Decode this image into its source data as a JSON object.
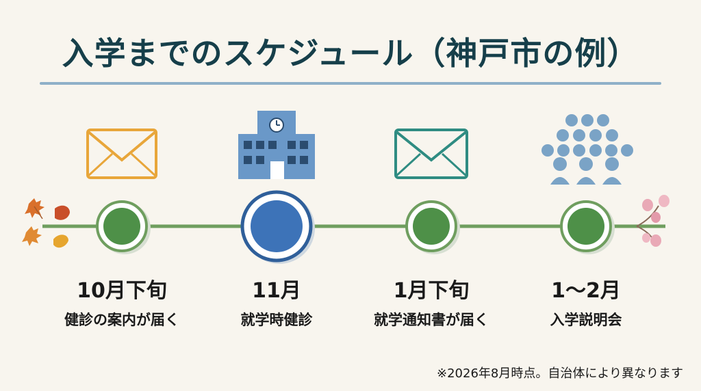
{
  "title": "入学までのスケジュール（神戸市の例）",
  "colors": {
    "title": "#163f4a",
    "timeline": "#6f9e5f",
    "node_green": "#4e9048",
    "node_blue": "#3d73b8",
    "envelope_orange": "#e8a63a",
    "envelope_teal": "#2f8c82",
    "school": "#6a98c8",
    "people": "#7aa3c6",
    "autumn_leaf": "#d9702b",
    "sakura": "#e9a9b6"
  },
  "stages": [
    {
      "date": "10月下旬",
      "desc": "健診の案内が届く",
      "icon": "envelope-icon",
      "highlight": false
    },
    {
      "date": "11月",
      "desc": "就学時健診",
      "icon": "school-building-icon",
      "highlight": true
    },
    {
      "date": "1月下旬",
      "desc": "就学通知書が届く",
      "icon": "envelope-icon",
      "highlight": false
    },
    {
      "date": "1〜2月",
      "desc": "入学説明会",
      "icon": "people-group-icon",
      "highlight": false
    }
  ],
  "footnote": "※2026年8月時点。自治体により異なります"
}
